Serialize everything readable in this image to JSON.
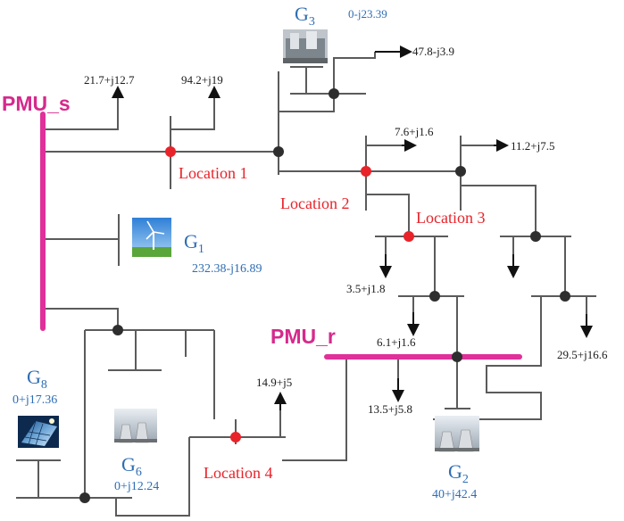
{
  "colors": {
    "line": "#5b5b5b",
    "pmu": "#e0309a",
    "node": "#2e2e2e",
    "location": "#e8232a",
    "location_text": "#e8232a",
    "gen_text": "#2e6db4",
    "load_text": "#1a1a1a",
    "pmu_text": "#d52a8c"
  },
  "pmu": {
    "sending": "PMU_s",
    "receiving": "PMU_r"
  },
  "locations": {
    "loc1": "Location 1",
    "loc2": "Location 2",
    "loc3": "Location 3",
    "loc4": "Location 4"
  },
  "generators": {
    "g1": {
      "letter": "G",
      "sub": "1",
      "value": "232.38-j16.89",
      "icon": "wind-turbine-icon"
    },
    "g2": {
      "letter": "G",
      "sub": "2",
      "value": "40+j42.4",
      "icon": "power-plant-icon"
    },
    "g3": {
      "letter": "G",
      "sub": "3",
      "value": "0-j23.39",
      "icon": "power-plant-icon"
    },
    "g6": {
      "letter": "G",
      "sub": "6",
      "value": "0+j12.24",
      "icon": "power-plant-icon"
    },
    "g8": {
      "letter": "G",
      "sub": "8",
      "value": "0+j17.36",
      "icon": "solar-panel-icon"
    }
  },
  "loads": {
    "l1": "21.7+j12.7",
    "l2": "94.2+j19",
    "l3": "47.8-j3.9",
    "l4": "7.6+j1.6",
    "l5": "11.2+j7.5",
    "l6": "3.5+j1.8",
    "l7": "6.1+j1.6",
    "l8": "29.5+j16.6",
    "l9": "14.9+j5",
    "l10": "13.5+j5.8"
  }
}
